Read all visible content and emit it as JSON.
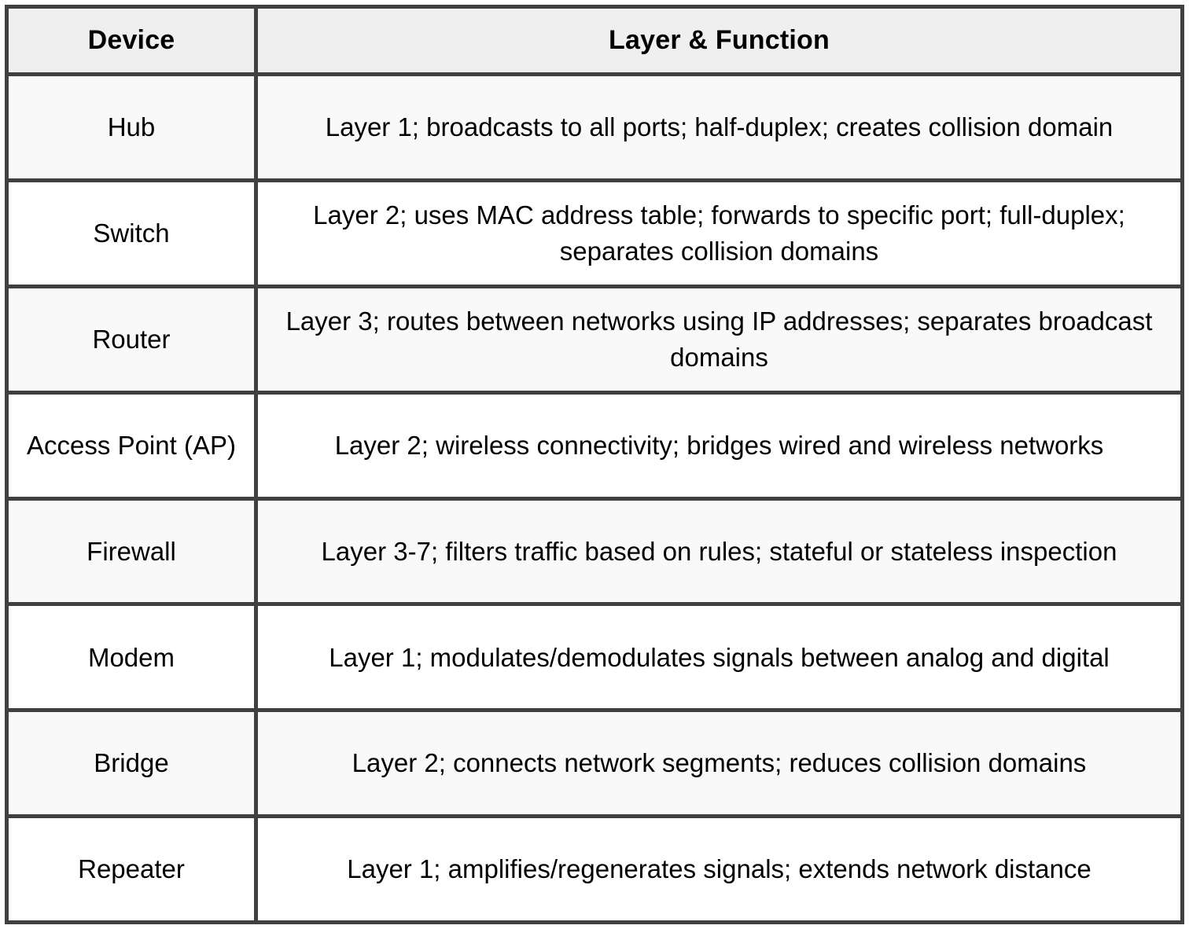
{
  "table": {
    "headers": {
      "device": "Device",
      "layer_function": "Layer & Function"
    },
    "rows": [
      {
        "device": "Hub",
        "function": "Layer 1; broadcasts to all ports; half-duplex; creates collision domain"
      },
      {
        "device": "Switch",
        "function": "Layer 2; uses MAC address table; forwards to specific port; full-duplex; separates collision domains"
      },
      {
        "device": "Router",
        "function": "Layer 3; routes between networks using IP addresses; separates broadcast domains"
      },
      {
        "device": "Access Point (AP)",
        "function": "Layer 2; wireless connectivity; bridges wired and wireless networks"
      },
      {
        "device": "Firewall",
        "function": "Layer 3-7; filters traffic based on rules; stateful or stateless inspection"
      },
      {
        "device": "Modem",
        "function": "Layer 1; modulates/demodulates signals between analog and digital"
      },
      {
        "device": "Bridge",
        "function": "Layer 2; connects network segments; reduces collision domains"
      },
      {
        "device": "Repeater",
        "function": "Layer 1; amplifies/regenerates signals; extends network distance"
      }
    ],
    "colors": {
      "border": "#404040",
      "header_bg": "#efefef",
      "odd_row_bg": "#f9f9f9",
      "even_row_bg": "#ffffff",
      "text": "#000000"
    }
  }
}
